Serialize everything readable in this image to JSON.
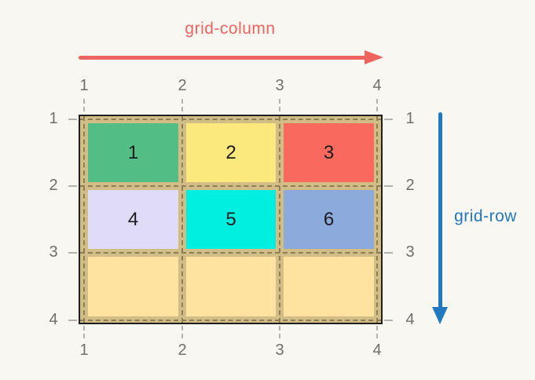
{
  "colors": {
    "page_bg": "#f8f7f1",
    "container_bg": "#d3bd86",
    "container_border": "#1f1f1f",
    "dash": "#8d7f55",
    "tick": "#b3b3ae",
    "outer_number": "#6f6f6d",
    "cell_number": "#1c1c1c",
    "empty_cell": "#fde2a0",
    "column_accent": "#ee645e",
    "row_accent": "#2278c0"
  },
  "column_axis": {
    "label": "grid-column"
  },
  "row_axis": {
    "label": "grid-row"
  },
  "grid": {
    "cells": [
      {
        "label": "1",
        "color": "#52bd85"
      },
      {
        "label": "2",
        "color": "#fbe97e"
      },
      {
        "label": "3",
        "color": "#fa695e"
      },
      {
        "label": "4",
        "color": "#e0dcf7"
      },
      {
        "label": "5",
        "color": "#00efe0"
      },
      {
        "label": "6",
        "color": "#8cabdc"
      }
    ],
    "line_numbers": {
      "top": [
        "1",
        "2",
        "3",
        "4"
      ],
      "bottom": [
        "1",
        "2",
        "3",
        "4"
      ],
      "left": [
        "1",
        "2",
        "3",
        "4"
      ],
      "right": [
        "1",
        "2",
        "3",
        "4"
      ]
    }
  }
}
